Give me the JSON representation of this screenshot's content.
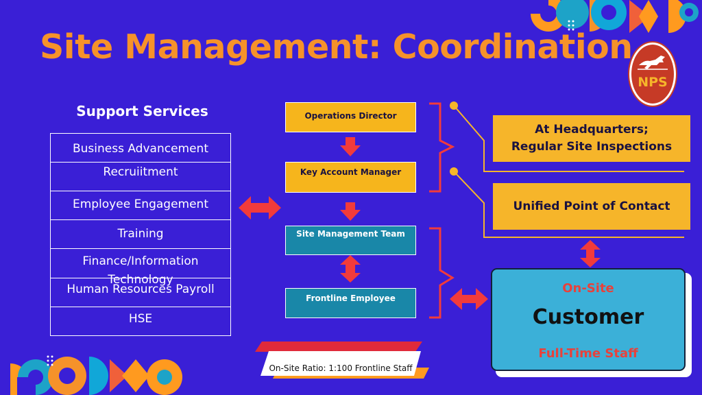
{
  "title": "Site Management: Coordination",
  "logo": {
    "text": "NPS",
    "icon": "horse-icon"
  },
  "support_services": {
    "heading": "Support Services",
    "items": [
      "Business Advancement",
      "Recruiitment",
      "Employee Engagement",
      "Training",
      "Finance/Information",
      "Technology",
      "Human Resources Payroll",
      "HSE"
    ]
  },
  "roles": {
    "operations_director": "Operations Director",
    "key_account_manager": "Key Account Manager",
    "site_management_team": "Site Management Team",
    "frontline_employee": "Frontline Employee"
  },
  "callouts": {
    "hq_line1": "At Headquarters;",
    "hq_line2": "Regular Site Inspections",
    "unified": "Unified Point of Contact"
  },
  "customer": {
    "top": "On-Site",
    "main": "Customer",
    "bottom": "Full-Time Staff"
  },
  "ratio_label": "On-Site Ratio: 1:100 Frontline Staff",
  "colors": {
    "background": "#3a1fd6",
    "title": "#f6922a",
    "gold": "#f6b51c",
    "teal": "#1987a8",
    "customer": "#3bb0d8",
    "arrow": "#f23b3b"
  }
}
